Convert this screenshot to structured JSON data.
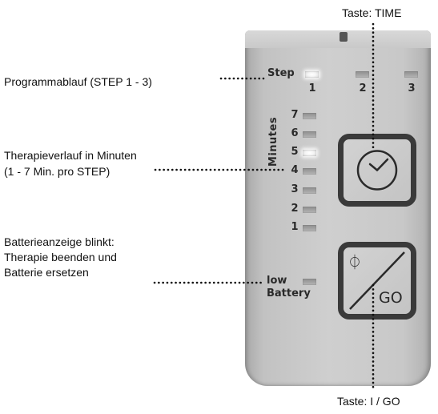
{
  "callouts": {
    "time_button": "Taste: TIME",
    "step_program": "Programmablauf (STEP 1 - 3)",
    "therapy_line1": "Therapieverlauf in Minuten",
    "therapy_line2": "(1 - 7 Min. pro STEP)",
    "battery_line1": "Batterieanzeige blinkt:",
    "battery_line2": "Therapie beenden und",
    "battery_line3": "Batterie ersetzen",
    "go_button": "Taste: I / GO"
  },
  "device": {
    "step_label": "Step",
    "step_numbers": [
      "1",
      "2",
      "3"
    ],
    "step_leds_on": [
      true,
      false,
      false
    ],
    "minutes_label": "Minutes",
    "minute_numbers": [
      "7",
      "6",
      "5",
      "4",
      "3",
      "2",
      "1"
    ],
    "minute_leds_on": [
      false,
      false,
      true,
      false,
      false,
      false,
      false
    ],
    "battery_label_line1": "low",
    "battery_label_line2": "Battery",
    "battery_led_on": false,
    "time_button_icon": "clock-icon",
    "go_button_power_symbol": "⏀",
    "go_button_text": "GO"
  }
}
